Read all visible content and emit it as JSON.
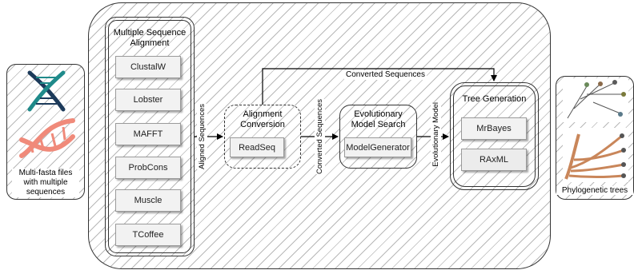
{
  "input": {
    "caption": "Multi-fasta files with multiple sequences"
  },
  "msa": {
    "title": "Multiple Sequence Alignment",
    "tools": [
      "ClustalW",
      "Lobster",
      "MAFFT",
      "ProbCons",
      "Muscle",
      "TCoffee"
    ]
  },
  "conversion": {
    "title": "Alignment Conversion",
    "tool": "ReadSeq"
  },
  "model_search": {
    "title": "Evolutionary Model Search",
    "tool": "ModelGenerator"
  },
  "tree": {
    "title": "Tree Generation",
    "tools": [
      "MrBayes",
      "RAxML"
    ]
  },
  "edges": {
    "aligned": "Aligned Sequences",
    "converted_1": "Converted Sequences",
    "evolutionary_model": "Evolutionary Model",
    "converted_top": "Converted Sequences"
  },
  "output": {
    "caption": "Phylogenetic trees"
  },
  "colors": {
    "dna_teal": "#1f8a8a",
    "dna_navy": "#1c3a5a",
    "dna_salmon": "#f08a7a",
    "tree_brown": "#c9865a"
  }
}
